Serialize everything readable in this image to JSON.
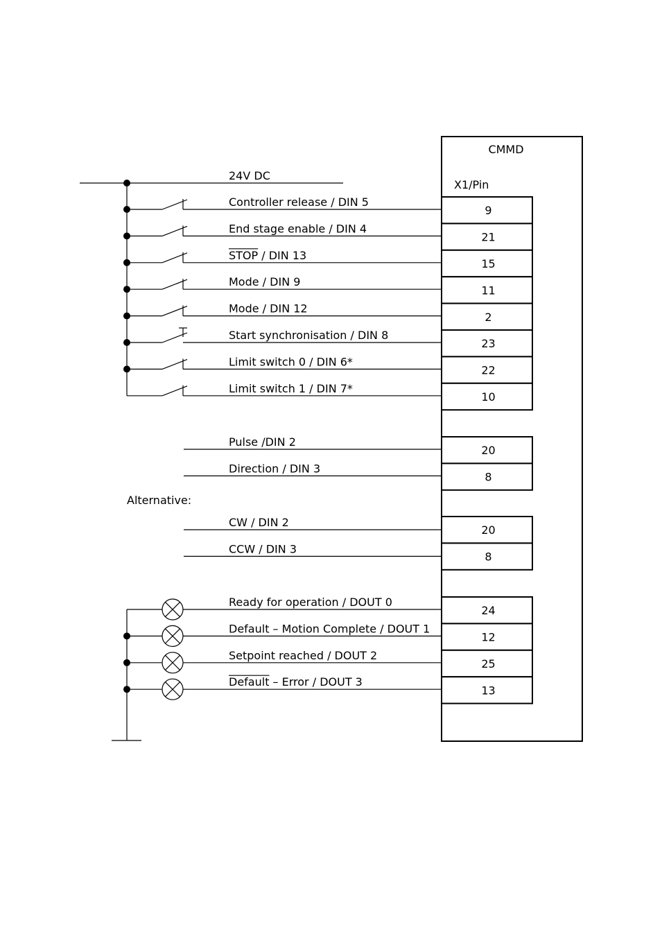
{
  "device": {
    "name": "CMMD",
    "connector": "X1/Pin"
  },
  "supply": {
    "label": "24V DC"
  },
  "inputs": [
    {
      "label": "Controller release / DIN 5",
      "pin": "9"
    },
    {
      "label": "End stage enable / DIN 4",
      "pin": "21"
    },
    {
      "label": "STOP / DIN 13",
      "pin": "15",
      "overline": "STOP"
    },
    {
      "label": "Mode / DIN 9",
      "pin": "11"
    },
    {
      "label": "Mode / DIN 12",
      "pin": "2"
    },
    {
      "label": "Start synchronisation / DIN 8",
      "pin": "23",
      "pushbutton": true
    },
    {
      "label": "Limit switch 0 / DIN 6*",
      "pin": "22"
    },
    {
      "label": "Limit switch 1 / DIN 7*",
      "pin": "10"
    }
  ],
  "pulse_inputs": [
    {
      "label": "Pulse /DIN 2",
      "pin": "20"
    },
    {
      "label": "Direction / DIN 3",
      "pin": "8"
    }
  ],
  "alternative_label": "Alternative:",
  "alt_inputs": [
    {
      "label": "CW / DIN 2",
      "pin": "20"
    },
    {
      "label": "CCW / DIN 3",
      "pin": "8"
    }
  ],
  "outputs": [
    {
      "label": "Ready for operation / DOUT 0",
      "pin": "24"
    },
    {
      "label": "Default – Motion Complete / DOUT 1",
      "pin": "12"
    },
    {
      "label": "Setpoint reached / DOUT 2",
      "pin": "25"
    },
    {
      "label": "Default  –  Error / DOUT 3",
      "pin": "13",
      "overline": "Default"
    }
  ]
}
